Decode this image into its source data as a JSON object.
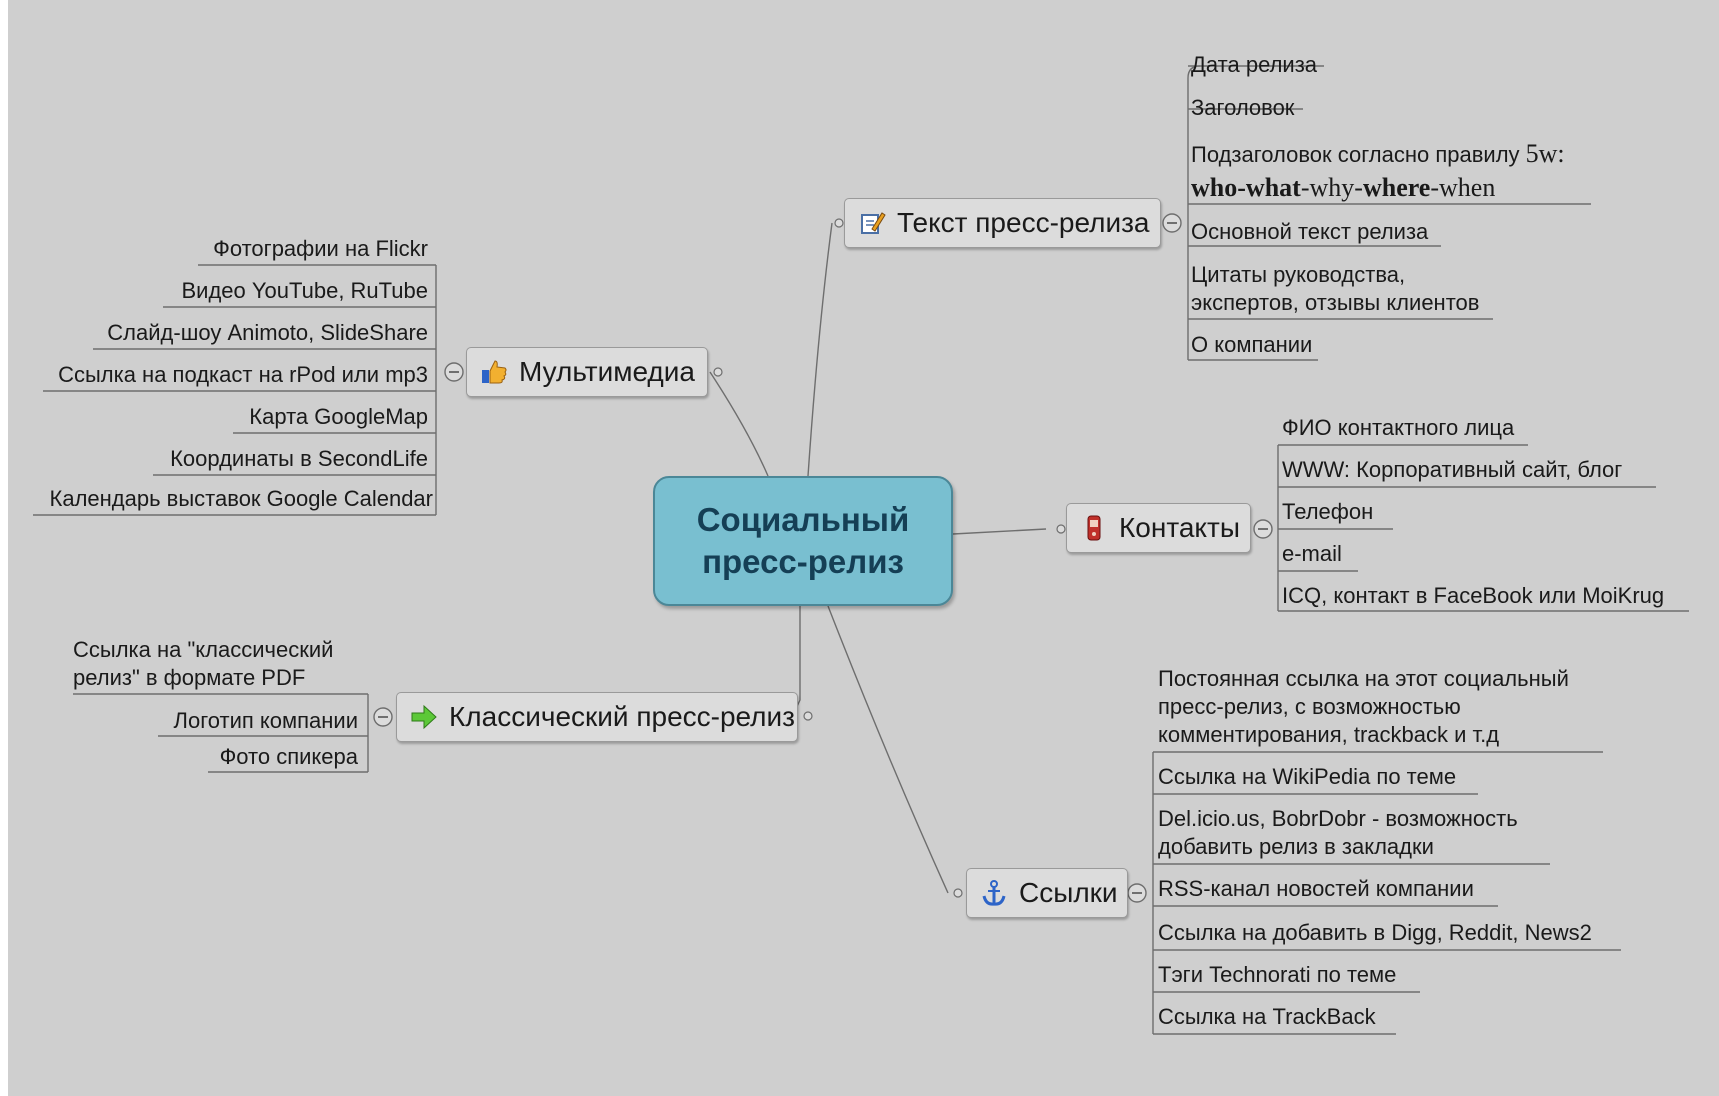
{
  "central": {
    "line1": "Социальный",
    "line2": "пресс-релиз"
  },
  "branches": {
    "text": {
      "label": "Текст пресс-релиза",
      "icon": "pencil-note-icon",
      "items": [
        "Дата релиза",
        "Заголовок",
        "Подзаголовок согласно правилу ",
        "Основной текст релиза",
        "Цитаты руководства,",
        "экспертов, отзывы клиентов",
        "О компании"
      ],
      "rule_5w": "5w:",
      "who": "who",
      "what": "what",
      "why": "why",
      "where": "where",
      "when": "when"
    },
    "multimedia": {
      "label": "Мультимедиа",
      "icon": "thumbs-up-icon",
      "items": [
        "Фотографии на Flickr",
        "Видео YouTube, RuTube",
        "Слайд-шоу Animoto, SlideShare",
        "Ссылка на подкаст на rPod или mp3",
        "Карта GoogleMap",
        "Координаты в SecondLife",
        "Календарь выставок Google Calendar"
      ]
    },
    "contacts": {
      "label": "Контакты",
      "icon": "mobile-phone-icon",
      "items": [
        "ФИО контактного лица",
        "WWW: Корпоративный  сайт, блог",
        "Телефон",
        "e-mail",
        "ICQ, контакт в FaceBook или MoiKrug"
      ]
    },
    "classic": {
      "label": "Классический пресс-релиз",
      "icon": "green-arrow-icon",
      "items": [
        "Ссылка на \"классический",
        "релиз\" в формате PDF",
        "Логотип компании",
        "Фото спикера"
      ]
    },
    "links": {
      "label": "Ссылки",
      "icon": "anchor-icon",
      "items": [
        "Постоянная ссылка на этот социальный",
        "пресс-релиз, с возможностью",
        "комментирования, trackback и т.д",
        "Ссылка на WikiPedia по теме",
        "Del.icio.us, BobrDobr - возможность",
        "добавить релиз в закладки",
        "RSS-канал новостей компании",
        "Ссылка на добавить в Digg, Reddit, News2",
        "Тэги Technorati по теме",
        "Ссылка на TrackBack"
      ]
    }
  },
  "colors": {
    "background": "#cfcfcf",
    "central_fill": "#79bfd0",
    "central_text": "#153f55",
    "node_fill": "#dcdcdc"
  }
}
